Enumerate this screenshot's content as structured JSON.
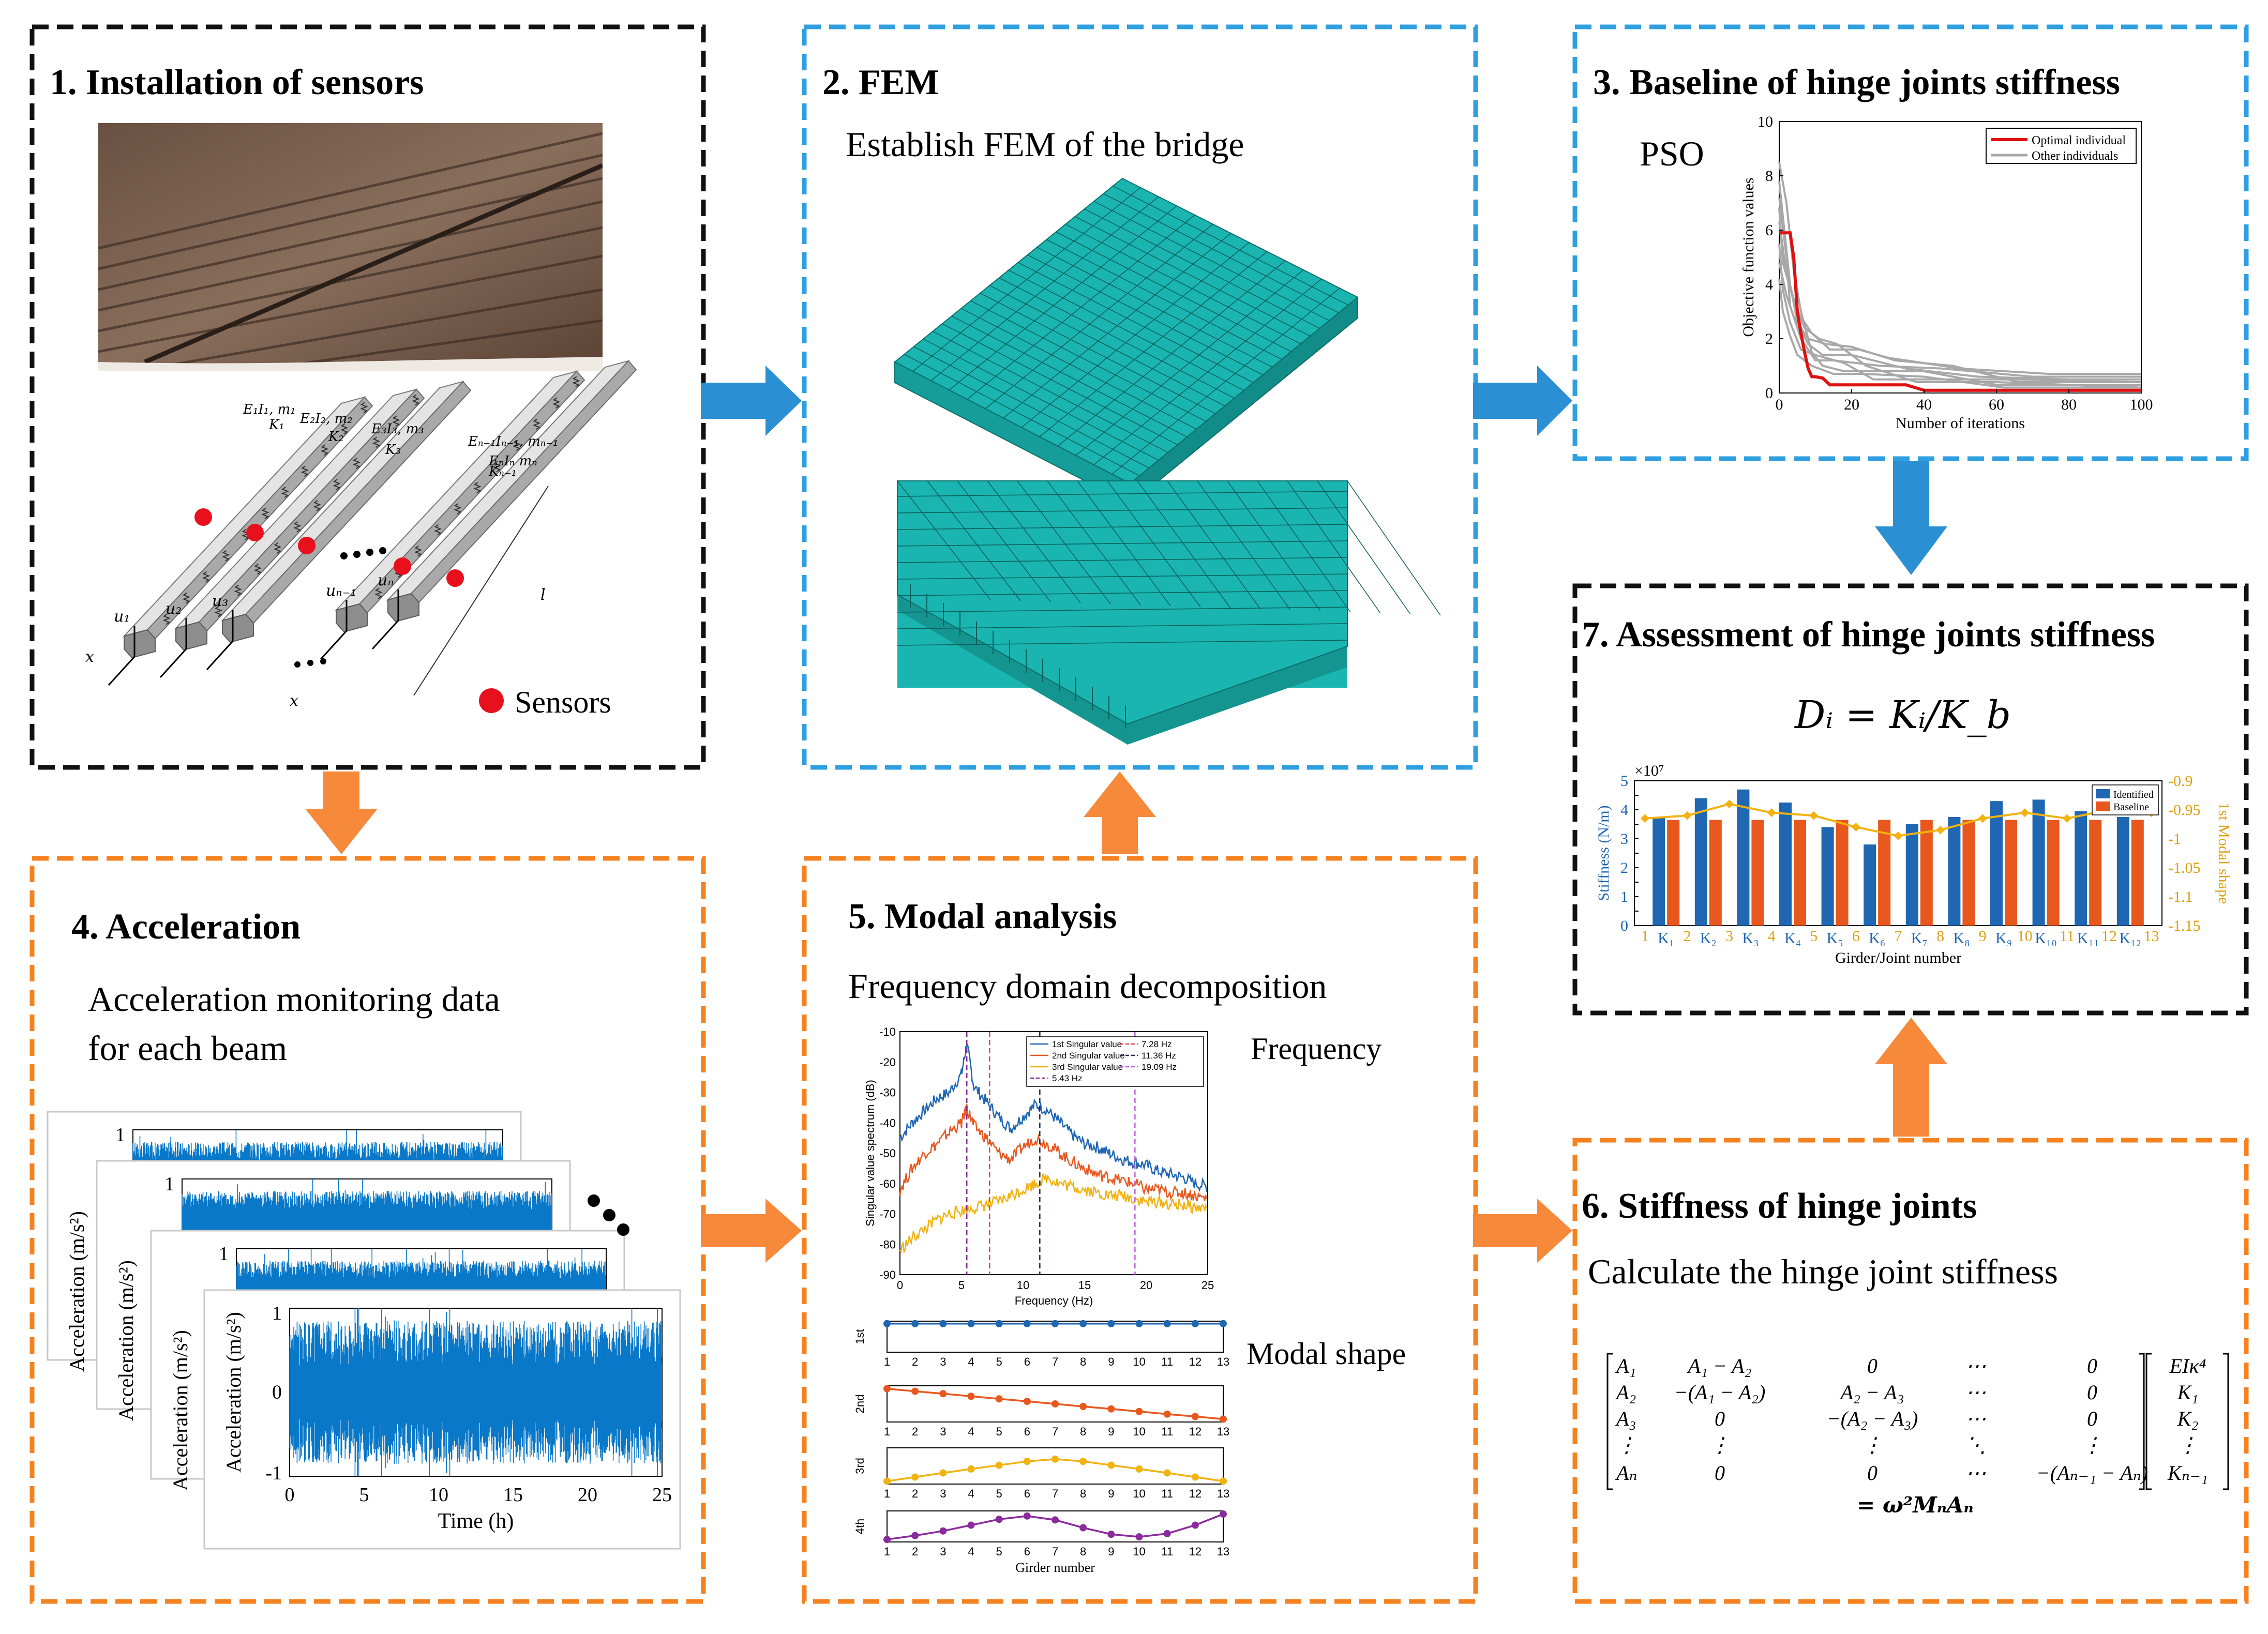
{
  "colors": {
    "black_dash": "#111111",
    "blue_dash": "#2f9fe0",
    "orange_dash": "#f58220",
    "blue_arrow": "#2b8fd3",
    "orange_arrow": "#f7893a",
    "fem_mesh": "#1ab5b0",
    "sensor": "#e8101d",
    "accel_signal": "#0a78c8",
    "series_blue": "#1f66b3",
    "series_orange": "#e8571e",
    "series_yellow": "#f2b20f",
    "series_purple": "#8a2a9c",
    "pso_red": "#e01010",
    "pso_grey": "#a8a8a8"
  },
  "panels": {
    "p1": {
      "title": "1. Installation of sensors",
      "legend_sensors": "Sensors",
      "icon": "bridge-photo"
    },
    "p2": {
      "title": "2.  FEM",
      "subtitle": "Establish FEM of the bridge"
    },
    "p3": {
      "title": "3. Baseline of hinge joints stiffness",
      "method": "PSO"
    },
    "p4": {
      "title": "4. Acceleration",
      "subtitle_line1": "Acceleration monitoring data",
      "subtitle_line2": "for each beam"
    },
    "p5": {
      "title": "5. Modal analysis",
      "subtitle": "Frequency domain decomposition",
      "label_frequency": "Frequency",
      "label_modal_shape": "Modal shape"
    },
    "p6": {
      "title": "6. Stiffness of hinge joints",
      "subtitle": "Calculate the hinge joint stiffness"
    },
    "p7": {
      "title": "7. Assessment of hinge joints stiffness"
    }
  },
  "beam_model": {
    "labels_top": [
      "E₁I₁, m₁",
      "E₂I₂, m₂",
      "E₃I₃, m₃",
      "Eₙ₋₁Iₙ₋₁, mₙ₋₁",
      "EₙIₙ mₙ"
    ],
    "labels_k": [
      "K₁",
      "K₂",
      "K₃",
      "Kₙ₋₁"
    ],
    "labels_u": [
      "u₁",
      "u₂",
      "u₃",
      "uₙ₋₁",
      "uₙ"
    ],
    "label_x": "x",
    "label_l": "l"
  },
  "pso_chart": {
    "type": "line",
    "xlabel": "Number of iterations",
    "ylabel": "Objective function values",
    "xlim": [
      0,
      100
    ],
    "ylim": [
      0,
      10
    ],
    "xticks": [
      "0",
      "20",
      "40",
      "60",
      "80",
      "100"
    ],
    "yticks": [
      "0",
      "2",
      "4",
      "6",
      "8",
      "10"
    ],
    "legend": [
      "Optimal individual",
      "Other individuals"
    ],
    "optimal": {
      "x": [
        0,
        1,
        2,
        3,
        4,
        5,
        6,
        7,
        8,
        9,
        10,
        12,
        14,
        18,
        20,
        25,
        30,
        35,
        40,
        45,
        50,
        55,
        60,
        65,
        70,
        75,
        80,
        85,
        90,
        95,
        100
      ],
      "y": [
        5.9,
        5.9,
        5.9,
        5.9,
        5.0,
        3.0,
        2.2,
        1.5,
        0.9,
        0.6,
        0.6,
        0.55,
        0.3,
        0.3,
        0.3,
        0.3,
        0.3,
        0.3,
        0.1,
        0.1,
        0.1,
        0.1,
        0.1,
        0.1,
        0.1,
        0.1,
        0.1,
        0.1,
        0.1,
        0.1,
        0.1
      ]
    },
    "others": [
      {
        "x": [
          0,
          2,
          4,
          6,
          9,
          12,
          18,
          25,
          40,
          60,
          100
        ],
        "y": [
          8.5,
          7.0,
          4.5,
          3.0,
          1.5,
          1.0,
          0.8,
          0.8,
          0.8,
          0.3,
          0.3
        ]
      },
      {
        "x": [
          0,
          1,
          3,
          5,
          8,
          12,
          20,
          35,
          55,
          80,
          100
        ],
        "y": [
          7.8,
          6.5,
          4.0,
          2.6,
          1.8,
          1.4,
          1.4,
          0.9,
          0.6,
          0.5,
          0.5
        ]
      },
      {
        "x": [
          0,
          2,
          3,
          6,
          10,
          15,
          28,
          45,
          70,
          100
        ],
        "y": [
          7.2,
          5.0,
          3.2,
          2.0,
          1.2,
          1.2,
          1.0,
          0.9,
          0.6,
          0.6
        ]
      },
      {
        "x": [
          0,
          1,
          4,
          7,
          11,
          16,
          24,
          38,
          60,
          100
        ],
        "y": [
          6.8,
          4.8,
          3.4,
          2.4,
          2.0,
          1.8,
          1.0,
          0.4,
          0.4,
          0.2
        ]
      },
      {
        "x": [
          0,
          2,
          5,
          9,
          14,
          22,
          30,
          50,
          75,
          100
        ],
        "y": [
          6.3,
          4.4,
          3.0,
          2.2,
          1.6,
          1.6,
          1.3,
          0.9,
          0.7,
          0.7
        ]
      },
      {
        "x": [
          0,
          1,
          3,
          6,
          10,
          18,
          26,
          42,
          65,
          100
        ],
        "y": [
          5.5,
          3.8,
          2.6,
          1.6,
          1.4,
          1.1,
          0.5,
          0.5,
          0.5,
          0.4
        ]
      },
      {
        "x": [
          0,
          2,
          4,
          8,
          13,
          20,
          32,
          48,
          66,
          100
        ],
        "y": [
          4.8,
          3.6,
          2.8,
          2.0,
          1.8,
          1.7,
          1.2,
          1.0,
          0.4,
          0.4
        ]
      },
      {
        "x": [
          0,
          1,
          3,
          5,
          9,
          15,
          24,
          40,
          62,
          100
        ],
        "y": [
          4.2,
          3.0,
          2.1,
          1.4,
          1.0,
          0.7,
          0.7,
          0.6,
          0.2,
          0.2
        ]
      }
    ]
  },
  "stiffness_chart": {
    "type": "bar",
    "equation": "Dᵢ = Kᵢ/K_b",
    "xlabel": "Girder/Joint number",
    "ylabel_left": "Stiffness (N/m)",
    "ylabel_right": "1st Modal shape",
    "y_exponent": "×10⁷",
    "ylim": [
      0,
      5
    ],
    "yticks": [
      "0",
      "0.5",
      "1",
      "1.5",
      "2",
      "2.5",
      "3",
      "3.5",
      "4",
      "4.5",
      "5"
    ],
    "y2lim": [
      -1.15,
      -0.9
    ],
    "y2ticks": [
      "-0.9",
      "-0.95",
      "-1",
      "-1.05",
      "-1.1",
      "-1.15"
    ],
    "categories": [
      "K₁",
      "K₂",
      "K₃",
      "K₄",
      "K₅",
      "K₆",
      "K₇",
      "K₈",
      "K₉",
      "K₁₀",
      "K₁₁",
      "K₁₂"
    ],
    "girder_labels": [
      "1",
      "2",
      "3",
      "4",
      "5",
      "6",
      "7",
      "8",
      "9",
      "10",
      "11",
      "12",
      "13"
    ],
    "series": [
      {
        "name": "Identified",
        "values": [
          3.75,
          4.4,
          4.7,
          4.25,
          3.4,
          2.8,
          3.5,
          3.75,
          4.3,
          4.35,
          3.95,
          3.75
        ]
      },
      {
        "name": "Baseline",
        "values": [
          3.65,
          3.65,
          3.65,
          3.65,
          3.65,
          3.65,
          3.65,
          3.65,
          3.65,
          3.65,
          3.65,
          3.65
        ]
      }
    ],
    "modal_shape": [
      -0.965,
      -0.96,
      -0.94,
      -0.955,
      -0.96,
      -0.98,
      -0.995,
      -0.985,
      -0.965,
      -0.955,
      -0.965,
      -0.95,
      -0.955
    ]
  },
  "fdd_chart": {
    "type": "line",
    "xlabel": "Frequency (Hz)",
    "ylabel": "Singular value spectrum (dB)",
    "xlim": [
      0,
      25
    ],
    "ylim": [
      -90,
      -10
    ],
    "xticks": [
      "0",
      "5",
      "10",
      "15",
      "20",
      "25"
    ],
    "yticks": [
      "-10",
      "-20",
      "-30",
      "-40",
      "-50",
      "-60",
      "-70",
      "-80",
      "-90"
    ],
    "legend": [
      "1st Singular value",
      "2nd Singular value",
      "3rd Singular value",
      "5.43 Hz",
      "7.28 Hz",
      "11.36 Hz",
      "19.09 Hz"
    ],
    "peaks_hz": [
      5.43,
      7.28,
      11.36,
      19.09
    ],
    "series": [
      {
        "name": "1st Singular value",
        "x": [
          0,
          1,
          2,
          3,
          4,
          5,
          5.43,
          6,
          7,
          8,
          9,
          10,
          11,
          12,
          13,
          14,
          15,
          16,
          17,
          18,
          19,
          20,
          21,
          22,
          23,
          24,
          25
        ],
        "y": [
          -45,
          -40,
          -36,
          -32,
          -30,
          -24,
          -14,
          -28,
          -33,
          -38,
          -42,
          -38,
          -34,
          -36,
          -40,
          -44,
          -47,
          -48,
          -50,
          -52,
          -53,
          -54,
          -56,
          -57,
          -58,
          -60,
          -61
        ]
      },
      {
        "name": "2nd Singular value",
        "x": [
          0,
          1,
          2,
          3,
          4,
          5,
          5.43,
          6,
          7,
          8,
          9,
          10,
          11,
          12,
          13,
          14,
          15,
          16,
          17,
          18,
          19,
          20,
          21,
          22,
          23,
          24,
          25
        ],
        "y": [
          -62,
          -55,
          -50,
          -47,
          -43,
          -40,
          -35,
          -41,
          -45,
          -50,
          -52,
          -48,
          -45,
          -47,
          -50,
          -53,
          -55,
          -57,
          -58,
          -59,
          -60,
          -62,
          -62,
          -63,
          -63,
          -64,
          -65
        ]
      },
      {
        "name": "3rd Singular value",
        "x": [
          0,
          1,
          2,
          3,
          4,
          5,
          6,
          7,
          8,
          9,
          10,
          11,
          12,
          13,
          14,
          15,
          16,
          17,
          18,
          19,
          20,
          21,
          22,
          23,
          24,
          25
        ],
        "y": [
          -82,
          -78,
          -75,
          -72,
          -70,
          -69,
          -68,
          -67,
          -66,
          -64,
          -62,
          -60,
          -58,
          -60,
          -61,
          -62,
          -63,
          -64,
          -64,
          -65,
          -66,
          -66,
          -67,
          -67,
          -68,
          -68
        ]
      }
    ]
  },
  "modal_shapes": {
    "xlabel": "Girder number",
    "xticks": [
      "1",
      "2",
      "3",
      "4",
      "5",
      "6",
      "7",
      "8",
      "9",
      "10",
      "11",
      "12",
      "13"
    ],
    "rows": [
      {
        "name": "1st",
        "values": [
          1,
          1,
          1,
          1,
          1,
          1,
          1,
          1,
          1,
          1,
          1,
          1,
          1
        ]
      },
      {
        "name": "2nd",
        "values": [
          1,
          0.83,
          0.67,
          0.5,
          0.33,
          0.17,
          0,
          -0.17,
          -0.33,
          -0.5,
          -0.67,
          -0.83,
          -1
        ]
      },
      {
        "name": "3rd",
        "values": [
          -1,
          -0.73,
          -0.46,
          -0.2,
          0.05,
          0.3,
          0.45,
          0.3,
          0.05,
          -0.2,
          -0.46,
          -0.73,
          -1
        ]
      },
      {
        "name": "4th",
        "values": [
          -1,
          -0.7,
          -0.35,
          0.1,
          0.55,
          0.8,
          0.5,
          -0.1,
          -0.6,
          -0.8,
          -0.55,
          0.1,
          0.95
        ]
      }
    ]
  },
  "acceleration_chart": {
    "type": "line",
    "xlabel": "Time (h)",
    "ylabel": "Acceleration (m/s²)",
    "xlim": [
      0,
      25
    ],
    "ylim": [
      -1,
      1
    ],
    "xticks": [
      "0",
      "5",
      "10",
      "15",
      "20",
      "25"
    ],
    "yticks": [
      "1",
      "0",
      "-1"
    ],
    "back_ytick": "1"
  },
  "equation": {
    "matrix_left": [
      [
        "A₁",
        "A₁ − A₂",
        "0",
        "⋯",
        "0"
      ],
      [
        "A₂",
        "−(A₁ − A₂)",
        "A₂ − A₃",
        "⋯",
        "0"
      ],
      [
        "A₃",
        "0",
        "−(A₂ − A₃)",
        "⋯",
        "0"
      ],
      [
        "⋮",
        "⋮",
        "⋮",
        "⋱",
        "⋮"
      ],
      [
        "Aₙ",
        "0",
        "0",
        "⋯",
        "−(Aₙ₋₁ − Aₙ)"
      ]
    ],
    "vector": [
      "EIκ⁴",
      "K₁",
      "K₂",
      "⋮",
      "Kₙ₋₁"
    ],
    "rhs": "= ω²MₙAₙ"
  }
}
